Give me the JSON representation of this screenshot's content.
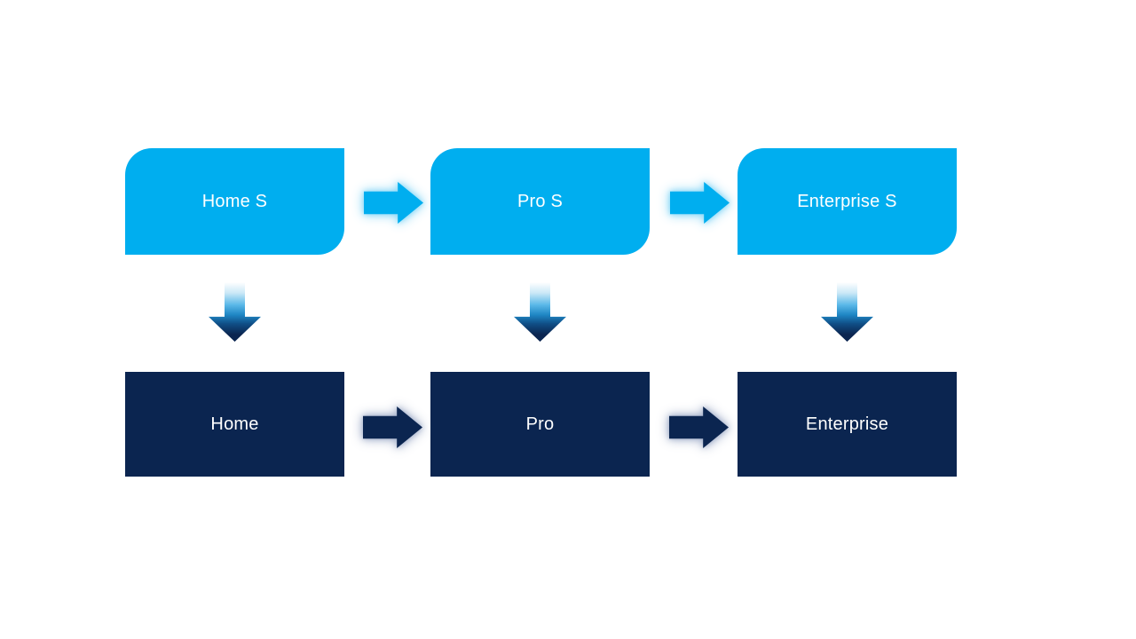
{
  "diagram": {
    "columns": [
      {
        "top": "Home S",
        "bottom": "Home"
      },
      {
        "top": "Pro S",
        "bottom": "Pro"
      },
      {
        "top": "Enterprise S",
        "bottom": "Enterprise"
      }
    ]
  },
  "colors": {
    "bg": "#FFFFFF",
    "top_box": "#00AEEF",
    "bottom_box": "#0B2550",
    "box_text": "#FFFFFF",
    "arrow_light": "#00AEEF",
    "arrow_dark": "#0B2550",
    "arrow_glow_light": "#8ED9F7",
    "arrow_glow_dark": "#A6B2CC",
    "down_arrow_gradient_top": "#FFFFFF",
    "down_arrow_gradient_mid": "#1E86C4",
    "down_arrow_gradient_bottom": "#0B2550"
  }
}
